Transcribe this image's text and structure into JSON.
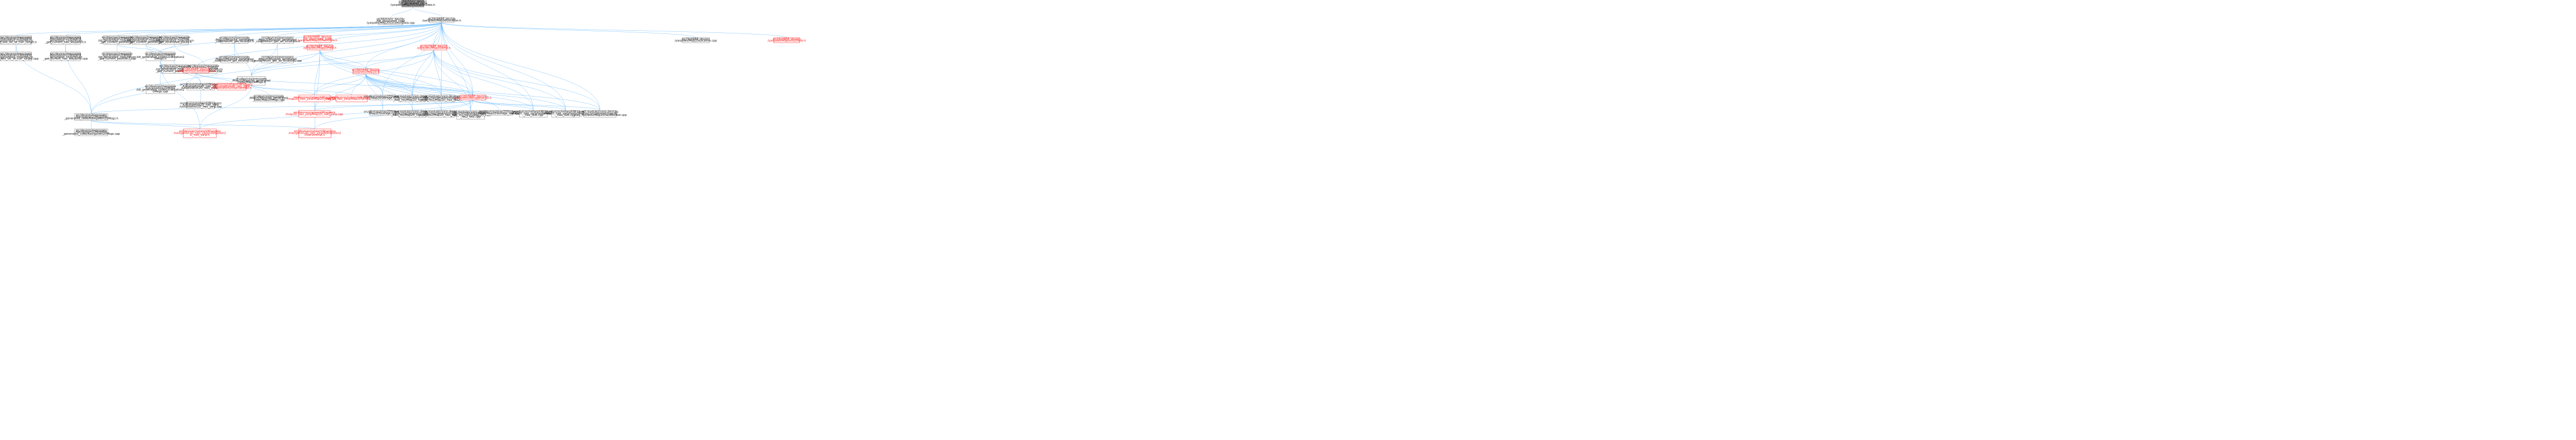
{
  "graph": {
    "root": "src/lib/hhmr_dev/src/dl_generated_code/yarpdev/Map2DLocationData.h",
    "nodes": [
      {
        "id": "n0",
        "lines": [
          "src/lib/hhmr_dev/src",
          "/idl_generated_code",
          "/yarpdev/Map2DLocationData.h"
        ],
        "root": true
      },
      {
        "id": "n1",
        "lines": [
          "src/lib/hhmr_dev/src",
          "/idl_generated_code",
          "/yarpdev/Map2DLocationData.cpp"
        ]
      },
      {
        "id": "n2",
        "lines": [
          "src/lib/YARP_dev/src",
          "/yarp/dev/Map2DLocation.h"
        ]
      },
      {
        "id": "n3",
        "lines": [
          "src/devices/messages",
          "/Navigation2DMsgs/idl",
          "_generated_code/return",
          "_get_abs_loc_of_curr_target.h"
        ]
      },
      {
        "id": "n4",
        "lines": [
          "src/devices/messages",
          "/Navigation2DMsgs/idl",
          "_generated_code/return",
          "_get_current_nav_waypoint.h"
        ]
      },
      {
        "id": "n5",
        "lines": [
          "src/devices/messages",
          "/Localization2DMsgs",
          "/idl_generated_code/return",
          "_get_current_position1.h"
        ]
      },
      {
        "id": "n6",
        "lines": [
          "src/devices/messages",
          "/Localization2DMsgs",
          "/idl_generated_code/return",
          "_get_current_position2.h"
        ]
      },
      {
        "id": "n7",
        "lines": [
          "src/devices/messages",
          "/Localization2DMsgs",
          "/idl_generated_code/return",
          "_get_estimated_poses.h"
        ]
      },
      {
        "id": "n8",
        "lines": [
          "src/devices/messages",
          "/Map2DMsgs/idl_generated",
          "_code/return_get_location.h"
        ]
      },
      {
        "id": "n9",
        "lines": [
          "src/devices/messages",
          "/Map2DMsgs/idl_generated",
          "_code/return_get_all_locations.h"
        ]
      },
      {
        "id": "n10",
        "lines": [
          "src/lib/YARP_dev/src",
          "/idl_generated_code",
          "/yarp/dev/Map2DPathData.h"
        ],
        "red": true
      },
      {
        "id": "n11",
        "lines": [
          "src/lib/YARP_dev/src",
          "/yarp/dev/Map2DPath.h"
        ],
        "red": true
      },
      {
        "id": "n12",
        "lines": [
          "src/lib/YARP_dev/src",
          "/yarp/dev/Map2DArea.h"
        ],
        "red": true
      },
      {
        "id": "n13",
        "lines": [
          "src/lib/YARP_dev/src",
          "/yarp/dev/Map2DLocation.cpp"
        ]
      },
      {
        "id": "n14",
        "lines": [
          "src/lib/YARP_dev/src",
          "/yarp/dev/MapGrid2DInfo.h"
        ],
        "red": true
      },
      {
        "id": "n15",
        "lines": [
          "src/devices/messages",
          "/Navigation2DMsgs/idl",
          "_generated_code/return",
          "_get_abs_loc_of_curr_target.cpp"
        ]
      },
      {
        "id": "n16",
        "lines": [
          "src/devices/messages",
          "/Navigation2DMsgs/idl",
          "_generated_code/return",
          "_get_current_nav_waypoint.cpp"
        ]
      },
      {
        "id": "n17",
        "lines": [
          "src/devices/messages",
          "/Localization2DMsgs",
          "/idl_generated_code/return",
          "_get_current_position1.cpp"
        ]
      },
      {
        "id": "n18",
        "lines": [
          "src/devices/messages",
          "/Localization2DMsgs",
          "/idl_generated_code/Localization2",
          "DMsgs.h"
        ]
      },
      {
        "id": "n19",
        "lines": [
          "src/devices/messages",
          "/Localization2DMsgs",
          "/idl_generated_code/return",
          "_get_current_position2.cpp"
        ]
      },
      {
        "id": "n20",
        "lines": [
          "src/devices/messages",
          "/Localization2DMsgs",
          "/idl_generated_code/return",
          "_get_estimated_poses.cpp"
        ]
      },
      {
        "id": "n21",
        "lines": [
          "src/devices/messages",
          "/Map2DMsgs/idl_generated",
          "_code/return_get_location.cpp"
        ]
      },
      {
        "id": "n22",
        "lines": [
          "src/devices/messages",
          "/Map2DMsgs/idl_generated",
          "_code/return_get_all_locations.cpp"
        ]
      },
      {
        "id": "n23",
        "lines": [
          "src/lib/YARP_dev/src",
          "/yarp/dev/ILocalization2D.h"
        ],
        "red": true
      },
      {
        "id": "n24",
        "lines": [
          "src/devices/messages",
          "/Map2DMsgs/idl_generated",
          "_code/Map2DMsgs.h"
        ]
      },
      {
        "id": "n25",
        "lines": [
          "src/lib/YARP_dev/src",
          "/yarp/dev/Map2D.h"
        ],
        "red": true
      },
      {
        "id": "n26",
        "lines": [
          "src/devices/messages",
          "/Localization2DMsgs",
          "/idl_generated_code/Localization2",
          "DMsgs.cpp"
        ]
      },
      {
        "id": "n27",
        "lines": [
          "src/devices/networkWrappers",
          "/Localization2D_nws_yarp",
          "/Localization2D_nws_yarp.h"
        ]
      },
      {
        "id": "n28",
        "lines": [
          "src/devices/networkWrappers",
          "/Localization2D_nws_yarp",
          "/Localization2DServerImpl.h"
        ],
        "red": true
      },
      {
        "id": "n29",
        "lines": [
          "src/devices/messages",
          "/Map2DMsgs/idl_generated",
          "_code/Map2DMsgs.cpp"
        ]
      },
      {
        "id": "n30",
        "lines": [
          "src/devices/networkWrappers",
          "/map2D_nws_yarp/Map2D_nws_yarp.h"
        ],
        "red": true
      },
      {
        "id": "n31",
        "lines": [
          "src/devices/networkWrappers",
          "/map2D_nws_yarp/Map2DServerImpl.h"
        ],
        "red": true
      },
      {
        "id": "n32",
        "lines": [
          "src/devices/map2DStorage",
          "/Map2DStorage.h"
        ]
      },
      {
        "id": "n33",
        "lines": [
          "opt-modules/yarp-devices",
          "-ros2/src/devices/map2D",
          "_nws_ros/Map2D_nws_ros.h"
        ]
      },
      {
        "id": "n34",
        "lines": [
          "opt-modules/yarp-devices",
          "-ros2/src/devices/map2D",
          "_nws_ros2/Map2D_nws_ros2.h"
        ]
      },
      {
        "id": "n35",
        "lines": [
          "src/lib/YARP_dev/src",
          "/yarp/dev/INavigation2D.h"
        ],
        "red": true
      },
      {
        "id": "n36",
        "lines": [
          "src/devices/networkWrappers",
          "/Localization2D_nws_yarp",
          "/Localization2D_nws_yarp.cpp"
        ]
      },
      {
        "id": "n37",
        "lines": [
          "src/devices/messages",
          "/Navigation2DMsgs/idl",
          "_generated_code/Navigation2DMsgs.h"
        ]
      },
      {
        "id": "n38",
        "lines": [
          "src/devices/networkWrappers",
          "/map2D_nws_yarp/Map2D_nws_yarp.cpp"
        ],
        "red": true
      },
      {
        "id": "n39",
        "lines": [
          "src/devices/map2DStorage",
          "/Map2DStorage.cpp"
        ]
      },
      {
        "id": "n40",
        "lines": [
          "opt-modules/yarp-devices",
          "-ros2/src/devices/map2D",
          "_nws_ros/Map2D_nws_ros.cpp"
        ]
      },
      {
        "id": "n41",
        "lines": [
          "opt-modules/yarp-devices",
          "-ros2/src/devices/map2D",
          "_nws_ros2/Map2D_nws_ros2.cpp"
        ]
      },
      {
        "id": "n42",
        "lines": [
          "opt-modules/yarp-devices",
          "-ros2/src/devices/map2D",
          "_nws_ros2/tests/Map2D_nws",
          "_ros2_test.cpp"
        ]
      },
      {
        "id": "n43",
        "lines": [
          "src/devices/map2DStorage",
          "/tests/Map2DStorage_test.cpp"
        ]
      },
      {
        "id": "n44",
        "lines": [
          "src/devices/networkWrappers",
          "/map2D_nws_yarp/tests/map2D",
          "_nwc_test.cpp"
        ]
      },
      {
        "id": "n45",
        "lines": [
          "src/devices/networkWrappers",
          "/map2D_nws_yarp/tests/map2D",
          "_nws_test.cpp"
        ]
      },
      {
        "id": "n46",
        "lines": [
          "opt-modules/yarp-devices",
          "-ros2/src/devices/map2D",
          "_nws_ros/tests/Map2DnwsRosTest.cpp"
        ]
      },
      {
        "id": "n47",
        "lines": [
          "src/devices/messages",
          "/Navigation2DMsgs/idl",
          "_generated_code/Navigation2DMsgs.cpp"
        ]
      },
      {
        "id": "n48",
        "lines": [
          "src/devices/networkWrappers",
          "/navigation2D_nws_yarp/navigation2",
          "D_nws_yarp.h"
        ],
        "red": true
      },
      {
        "id": "n49",
        "lines": [
          "src/devices/networkWrappers",
          "/navigation2D_nws_yarp/Navigation2",
          "DServerImpl.h"
        ],
        "red": true
      }
    ]
  }
}
